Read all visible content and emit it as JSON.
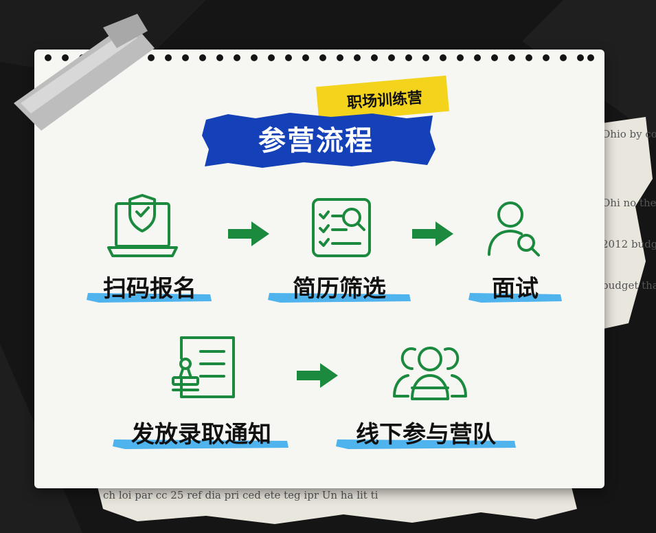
{
  "badge_tag": "职场训练营",
  "title": "参营流程",
  "steps": [
    {
      "label": "扫码报名",
      "icon": "laptop-shield-icon"
    },
    {
      "label": "简历筛选",
      "icon": "document-search-icon"
    },
    {
      "label": "面试",
      "icon": "user-search-icon"
    },
    {
      "label": "发放录取通知",
      "icon": "certificate-stamp-icon"
    },
    {
      "label": "线下参与营队",
      "icon": "group-people-icon"
    }
  ],
  "colors": {
    "icon_green": "#1b8a3e",
    "title_blue": "#1541b8",
    "tag_yellow": "#f3d31c",
    "underline_blue": "#4fb3ee"
  }
}
